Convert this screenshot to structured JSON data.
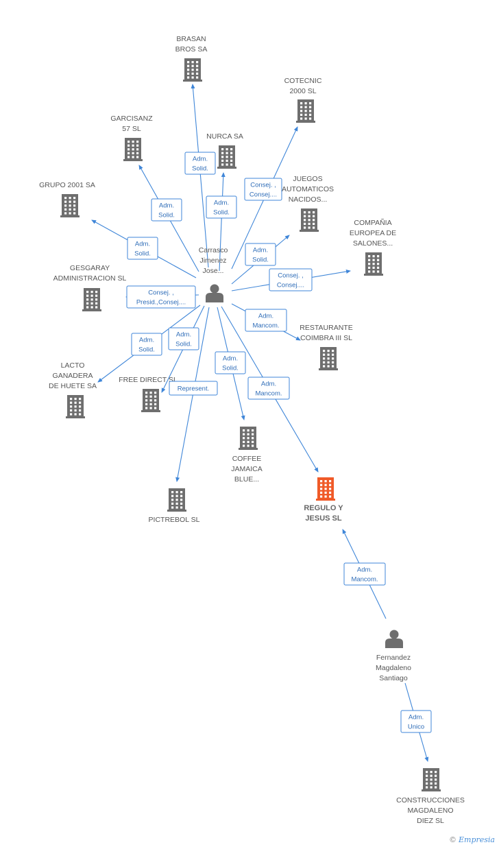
{
  "colors": {
    "edge": "#3f86d8",
    "company": "#6e6e6e",
    "focus_company": "#f05a28",
    "person": "#6e6e6e"
  },
  "nodes": [
    {
      "id": "brasan",
      "type": "company",
      "label": [
        "BRASAN",
        "BROS SA"
      ]
    },
    {
      "id": "cotecnic",
      "type": "company",
      "label": [
        "COTECNIC",
        "2000 SL"
      ]
    },
    {
      "id": "garcisanz",
      "type": "company",
      "label": [
        "GARCISANZ",
        "57 SL"
      ]
    },
    {
      "id": "nurca",
      "type": "company",
      "label": [
        "NURCA SA"
      ]
    },
    {
      "id": "grupo2001",
      "type": "company",
      "label": [
        "GRUPO 2001 SA"
      ]
    },
    {
      "id": "juegos",
      "type": "company",
      "label": [
        "JUEGOS",
        "AUTOMATICOS",
        "NACIDOS..."
      ]
    },
    {
      "id": "compania",
      "type": "company",
      "label": [
        "COMPAÑIA",
        "EUROPEA DE",
        "SALONES..."
      ]
    },
    {
      "id": "gesgaray",
      "type": "company",
      "label": [
        "GESGARAY",
        "ADMINISTRACION SL"
      ]
    },
    {
      "id": "carrasco",
      "type": "person",
      "label": [
        "Carrasco",
        "Jimenez",
        "Jose..."
      ]
    },
    {
      "id": "restaurante",
      "type": "company",
      "label": [
        "RESTAURANTE",
        "COIMBRA III SL"
      ]
    },
    {
      "id": "lacto",
      "type": "company",
      "label": [
        "LACTO",
        "GANADERA",
        "DE HUETE SA"
      ]
    },
    {
      "id": "freedirect",
      "type": "company",
      "label": [
        "FREE DIRECT  SL"
      ]
    },
    {
      "id": "coffee",
      "type": "company",
      "label": [
        "COFFEE",
        "JAMAICA",
        "BLUE..."
      ]
    },
    {
      "id": "pictrebol",
      "type": "company",
      "label": [
        "PICTREBOL SL"
      ]
    },
    {
      "id": "regulo",
      "type": "focus",
      "label": [
        "REGULO Y",
        "JESUS SL"
      ]
    },
    {
      "id": "fernandez",
      "type": "person",
      "label": [
        "Fernandez",
        "Magdaleno",
        "Santiago"
      ]
    },
    {
      "id": "construcciones",
      "type": "company",
      "label": [
        "CONSTRUCCIONES",
        "MAGDALENO",
        "DIEZ SL"
      ]
    }
  ],
  "edges": [
    {
      "from": "carrasco",
      "to": "brasan",
      "label": [
        "Adm.",
        "Solid."
      ]
    },
    {
      "from": "carrasco",
      "to": "nurca",
      "label": [
        "Adm.",
        "Solid."
      ]
    },
    {
      "from": "carrasco",
      "to": "cotecnic",
      "label": [
        "Consej. ,",
        "Consej...."
      ]
    },
    {
      "from": "carrasco",
      "to": "garcisanz",
      "label": [
        "Adm.",
        "Solid."
      ]
    },
    {
      "from": "carrasco",
      "to": "grupo2001",
      "label": [
        "Adm.",
        "Solid."
      ]
    },
    {
      "from": "carrasco",
      "to": "juegos",
      "label": [
        "Adm.",
        "Solid."
      ]
    },
    {
      "from": "carrasco",
      "to": "compania",
      "label": [
        "Consej. ,",
        "Consej...."
      ]
    },
    {
      "from": "carrasco",
      "to": "gesgaray",
      "label": [
        "Consej. ,",
        "Presid.,Consej...."
      ]
    },
    {
      "from": "carrasco",
      "to": "restaurante",
      "label": [
        "Adm.",
        "Mancom."
      ]
    },
    {
      "from": "carrasco",
      "to": "lacto",
      "label": [
        "Adm.",
        "Solid."
      ]
    },
    {
      "from": "carrasco",
      "to": "freedirect",
      "label": [
        "Adm.",
        "Solid."
      ]
    },
    {
      "from": "carrasco",
      "to": "pictrebol",
      "label": [
        "Represent."
      ]
    },
    {
      "from": "carrasco",
      "to": "coffee",
      "label": [
        "Adm.",
        "Solid."
      ]
    },
    {
      "from": "carrasco",
      "to": "regulo",
      "label": [
        "Adm.",
        "Mancom."
      ]
    },
    {
      "from": "fernandez",
      "to": "regulo",
      "label": [
        "Adm.",
        "Mancom."
      ]
    },
    {
      "from": "fernandez",
      "to": "construcciones",
      "label": [
        "Adm.",
        "Unico"
      ]
    }
  ],
  "watermark": {
    "copyright": "©",
    "brand": "Empresia"
  }
}
